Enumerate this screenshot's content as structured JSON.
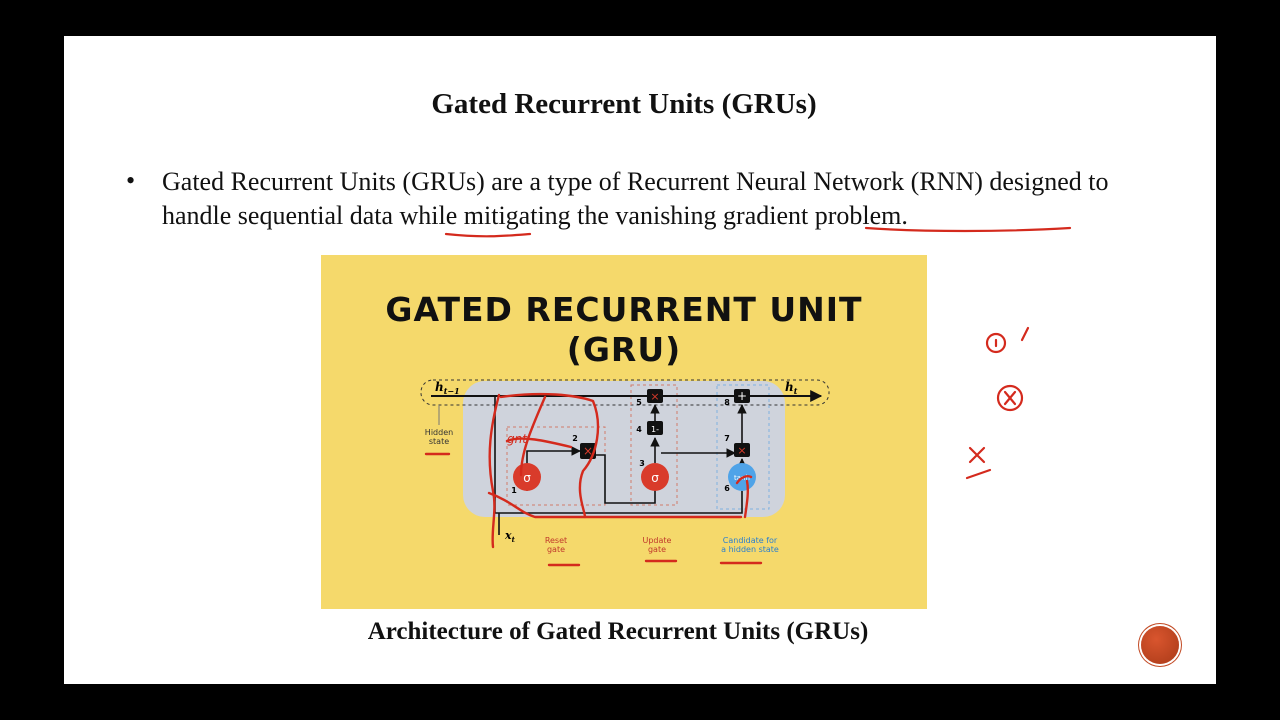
{
  "slide": {
    "title": "Gated Recurrent Units (GRUs)",
    "bullet_marker": "•",
    "bullet_text": "Gated Recurrent Units (GRUs) are a type of Recurrent Neural Network (RNN) designed to handle sequential data while mitigating the vanishing gradient problem.",
    "caption": "Architecture of Gated Recurrent Units (GRUs)"
  },
  "figure": {
    "title_line1": "GATED RECURRENT UNIT",
    "title_line2": "(GRU)",
    "h_prev": "h",
    "h_prev_sub": "t−1",
    "h_t": "h",
    "h_t_sub": "t",
    "x_t": "x",
    "x_t_sub": "t",
    "hidden_state_line1": "Hidden",
    "hidden_state_line2": "state",
    "reset_gate_line1": "Reset",
    "reset_gate_line2": "gate",
    "update_gate_line1": "Update",
    "update_gate_line2": "gate",
    "candidate_line1": "Candidate for",
    "candidate_line2": "a hidden state",
    "sigma": "σ",
    "tanh": "tanh",
    "plus": "+",
    "times": "×",
    "minus_one": "1-",
    "step_numbers": [
      "1",
      "2",
      "3",
      "4",
      "5",
      "6",
      "7",
      "8"
    ],
    "colors": {
      "background": "#f5d96b",
      "cell": "#cfd3dc",
      "gate_red": "#d93b2b",
      "tanh_blue": "#4fa3e8",
      "candidate_label": "#2a7fcf",
      "gate_label": "#c0392b"
    }
  },
  "annotations": {
    "handwritten_label": "gnt"
  },
  "colors": {
    "ink_red": "#d42a1d"
  }
}
